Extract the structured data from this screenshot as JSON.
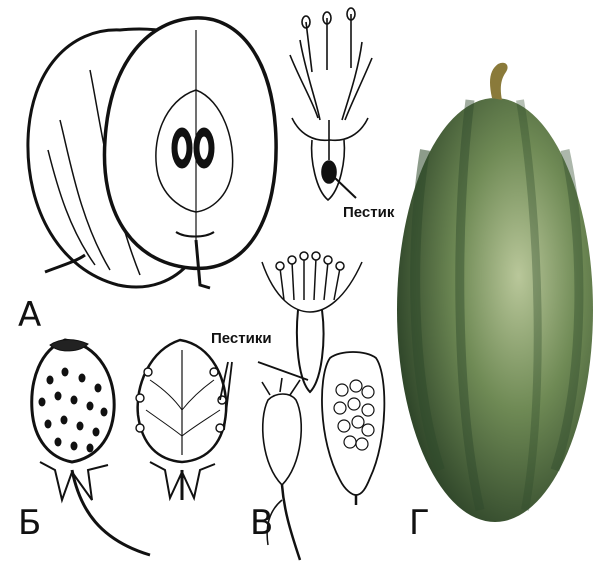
{
  "panels": {
    "a": {
      "letter": "А"
    },
    "b": {
      "letter": "Б"
    },
    "v": {
      "letter": "В"
    },
    "g": {
      "letter": "Г"
    }
  },
  "callouts": {
    "pistil": "Пестик",
    "pistils": "Пестики"
  },
  "colors": {
    "ink": "#111111",
    "melon_dark": "#2f4a2c",
    "melon_mid": "#5c7a4a",
    "melon_light": "#b9c79a"
  }
}
